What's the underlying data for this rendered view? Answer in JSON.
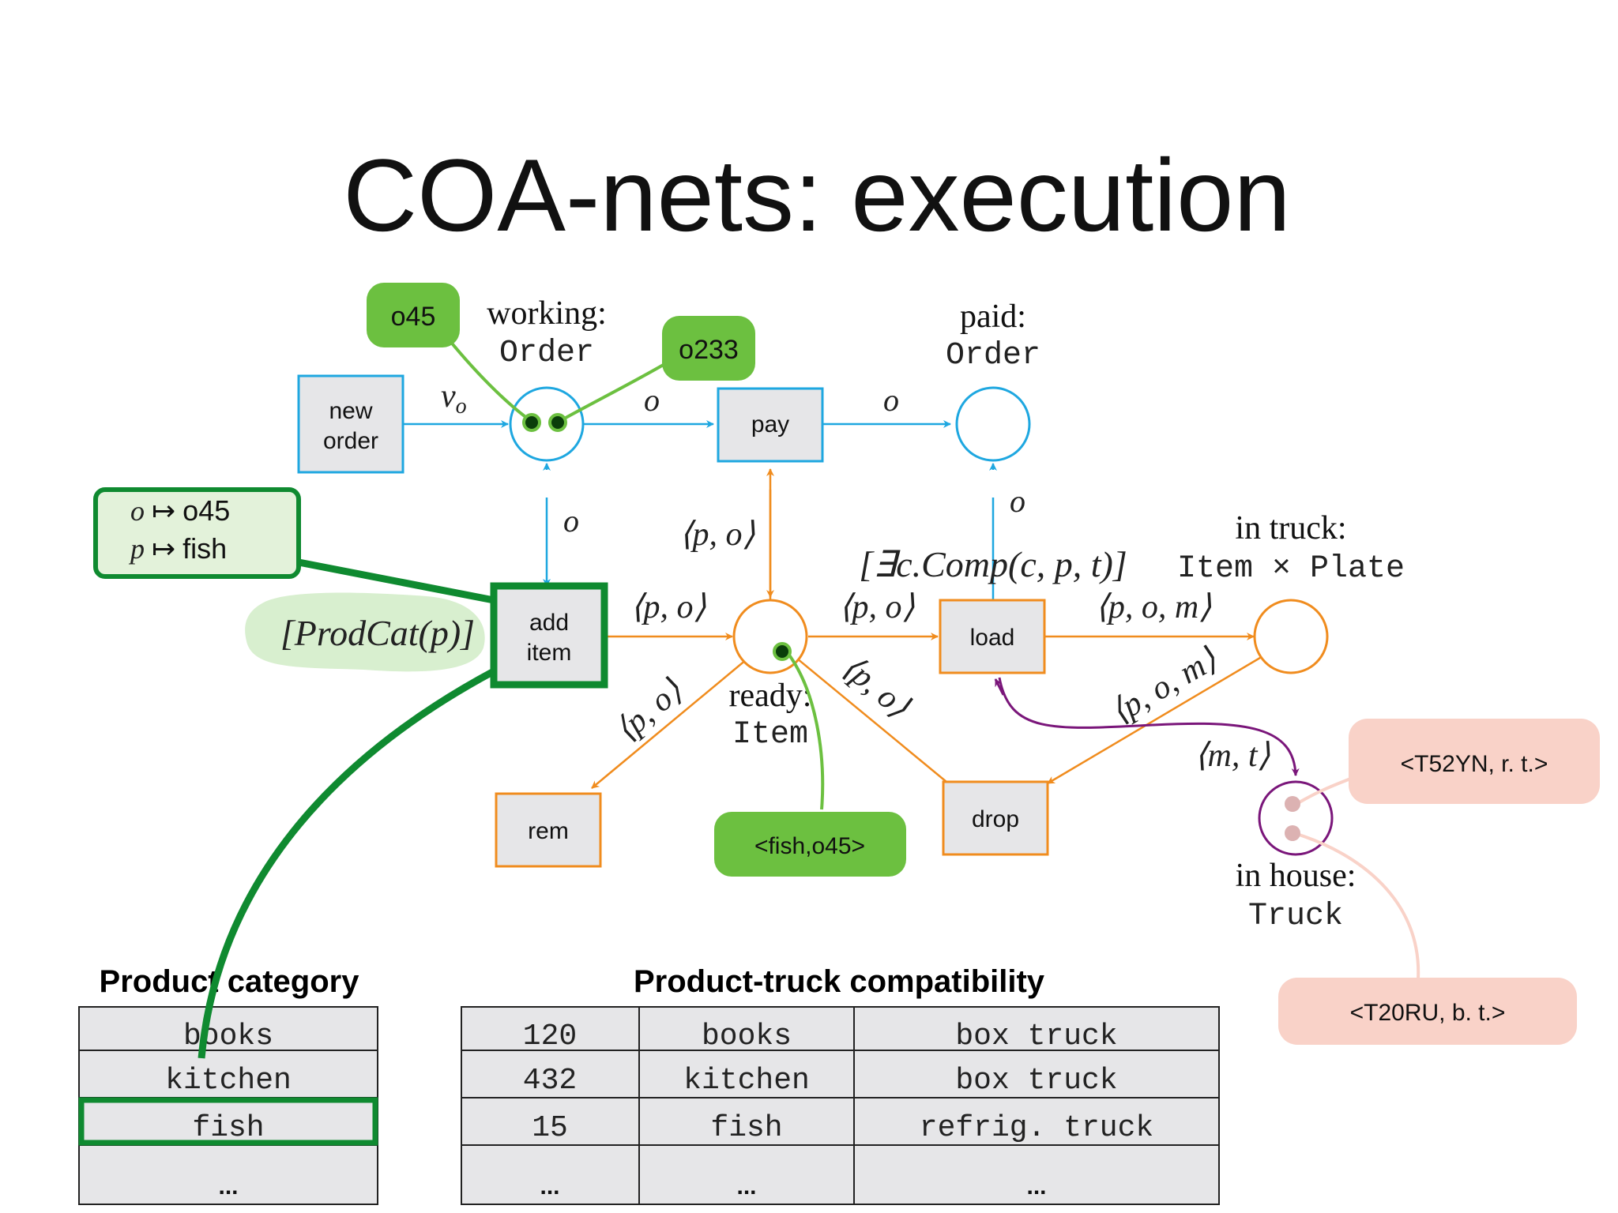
{
  "title": "COA-nets: execution",
  "colors": {
    "blue": "#1ea7e0",
    "orange": "#f08c1e",
    "purple": "#7a167a",
    "green_dark": "#0f8a30",
    "green_light": "#6cc040",
    "green_pale": "#d8efcf",
    "pink": "#f9d2c8",
    "box_fill": "#e6e6e8"
  },
  "places": {
    "working": {
      "name": "working:",
      "type": "Order"
    },
    "paid": {
      "name": "paid:",
      "type": "Order"
    },
    "ready": {
      "name": "ready:",
      "type": "Item"
    },
    "in_truck": {
      "name": "in truck:",
      "type": "Item × Plate"
    },
    "in_house": {
      "name": "in house:",
      "type": "Truck"
    }
  },
  "transitions": {
    "new_order": {
      "line1": "new",
      "line2": "order"
    },
    "pay": "pay",
    "add_item": {
      "line1": "add",
      "line2": "item"
    },
    "load": "load",
    "rem": "rem",
    "drop": "drop"
  },
  "arc_labels": {
    "nu_o": "ν",
    "nu_o_sub": "o",
    "o_work_pay": "o",
    "o_pay_paid": "o",
    "o_work_add": "o",
    "o_paid_load": "o",
    "p_o_pay": "⟨p, o⟩",
    "p_o_add": "⟨p, o⟩",
    "p_o_load": "⟨p, o⟩",
    "p_o_m_truck": "⟨p, o, m⟩",
    "p_o_rem": "⟨p, o⟩",
    "p_o_drop": "⟨p, o⟩",
    "p_o_m_drop": "⟨p, o, m⟩",
    "m_t": "⟨m, t⟩"
  },
  "guards": {
    "load": "[∃c.Comp(c, p, t)]",
    "add_item": "[ProdCat(p)]"
  },
  "binding": {
    "o_line": {
      "var": "o",
      "arrow": " ↦ ",
      "val": "o45"
    },
    "p_line": {
      "var": "p",
      "arrow": " ↦ ",
      "val": "fish"
    }
  },
  "tokens": {
    "o45": "o45",
    "o233": "o233",
    "fish_o45": "<fish,o45>",
    "t52yn": "<T52YN, r. t.>",
    "t20ru": "<T20RU, b. t.>"
  },
  "product_category": {
    "heading": "Product category",
    "rows": [
      "books",
      "kitchen",
      "fish",
      "..."
    ]
  },
  "compatibility": {
    "heading": "Product-truck compatibility",
    "rows": [
      [
        "120",
        "books",
        "box truck"
      ],
      [
        "432",
        "kitchen",
        "box truck"
      ],
      [
        "15",
        "fish",
        "refrig. truck"
      ],
      [
        "...",
        "...",
        "..."
      ]
    ]
  }
}
